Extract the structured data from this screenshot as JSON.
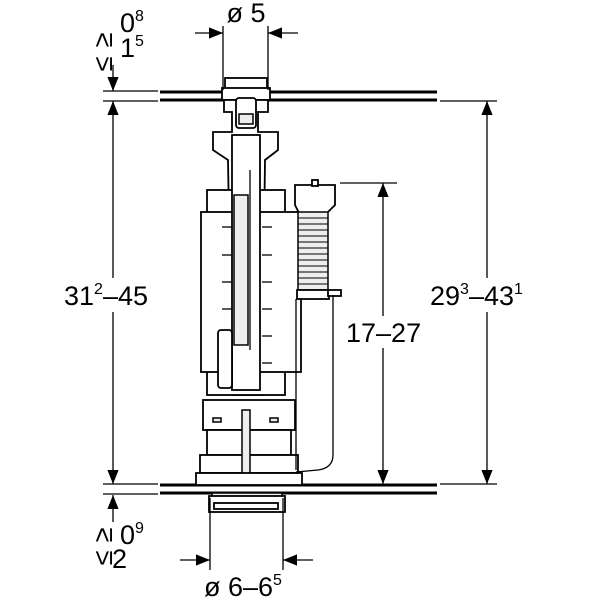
{
  "title": "Flush valve dimension drawing",
  "dimensions": {
    "top_diameter": {
      "prefix": "ø 5"
    },
    "top_clearance": {
      "min_symbol": "≥",
      "max_symbol": "≤",
      "min_base": "0",
      "min_sup": "8",
      "max_base": "1",
      "max_sup": "5"
    },
    "left_height": {
      "base1": "31",
      "sup1": "2",
      "rest": "–45"
    },
    "right_height": {
      "base1": "29",
      "sup1": "3",
      "mid": "–43",
      "sup2": "1"
    },
    "overflow_height": {
      "text": "17–27"
    },
    "bottom_clearance": {
      "min_symbol": "≥",
      "max_symbol": "≤",
      "min_base": "0",
      "min_sup": "9",
      "max_base": "2"
    },
    "bottom_diameter": {
      "prefix": "ø 6–6",
      "sup": "5"
    }
  }
}
